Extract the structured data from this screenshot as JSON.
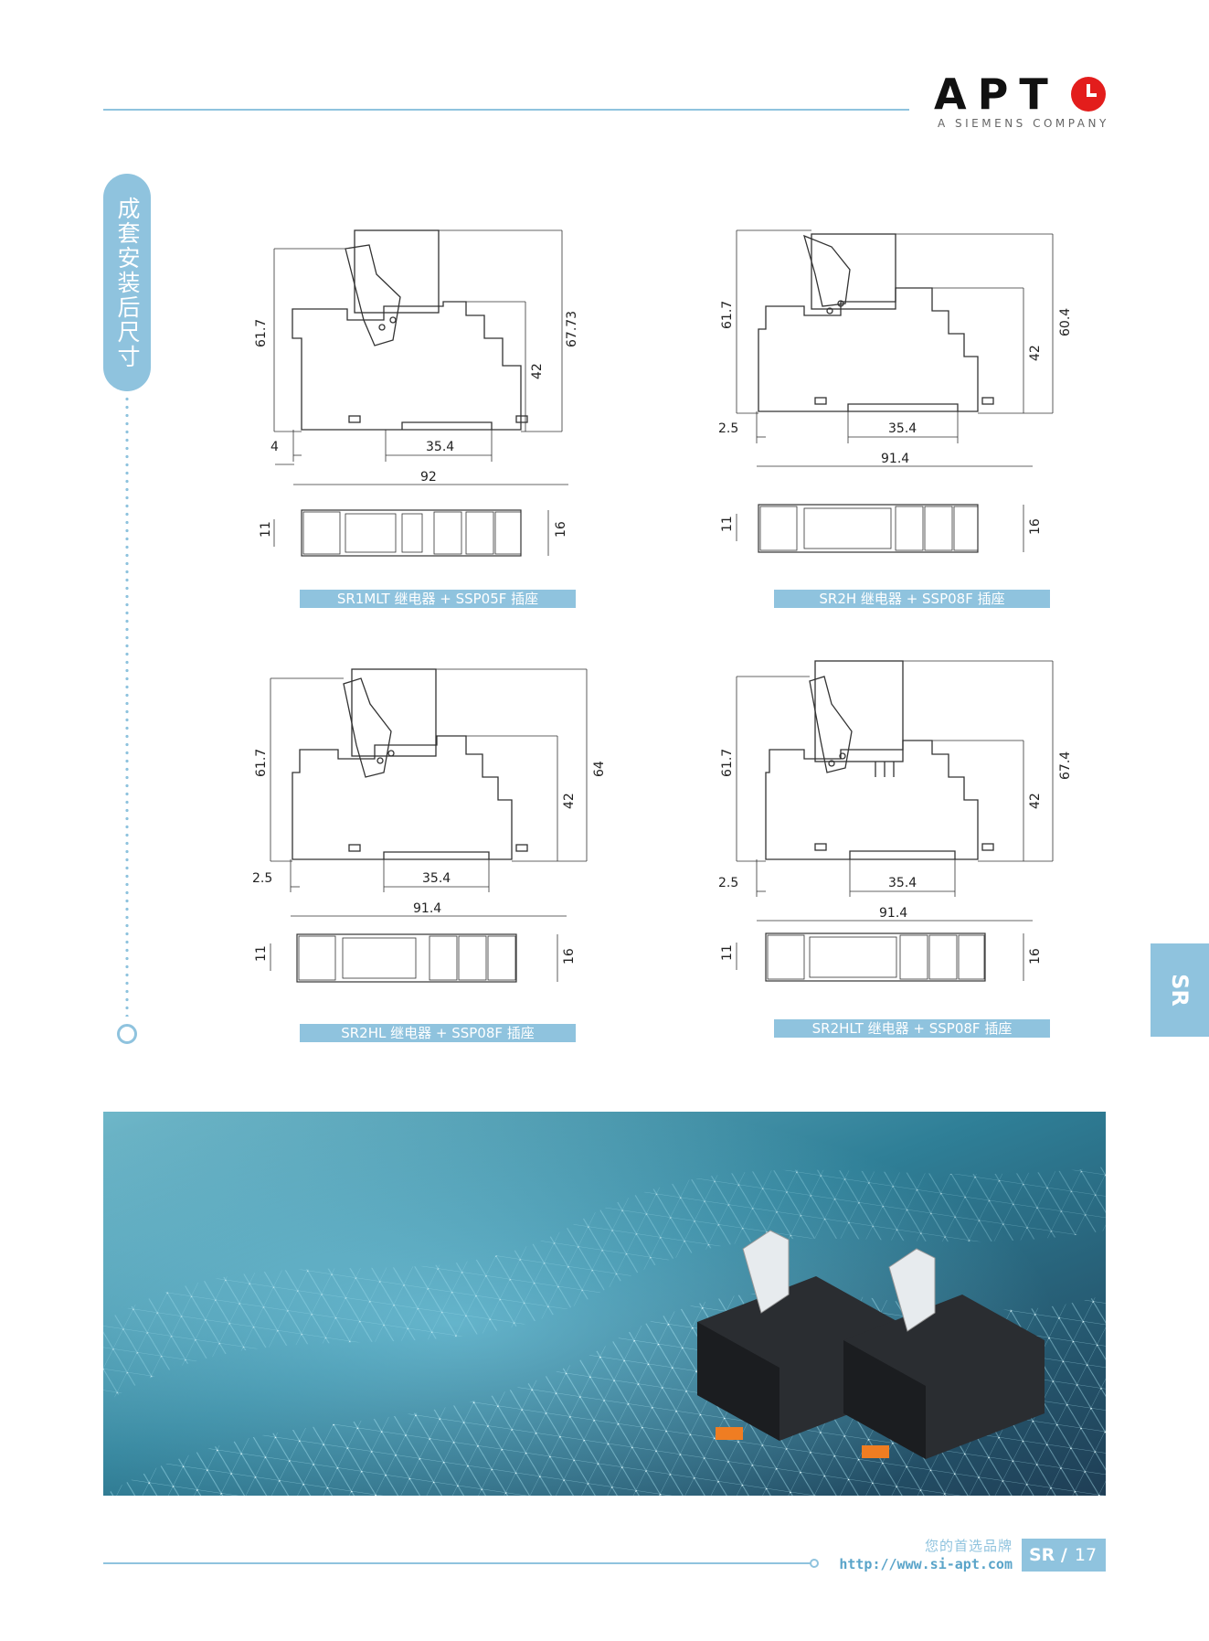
{
  "header": {
    "logo_text": "APT",
    "logo_subtitle": "A SIEMENS COMPANY"
  },
  "side_title": "成套安装后尺寸",
  "section_tab": "SR",
  "diagrams": [
    {
      "caption": "SR1MLT 继电器 + SSP05F 插座",
      "dims": {
        "total_height": "61.7",
        "top_height": "67.73",
        "base_height": "42",
        "rail": "35.4",
        "offset": "4",
        "length": "92",
        "side_w": "11",
        "side_h": "16"
      }
    },
    {
      "caption": "SR2H 继电器 + SSP08F 插座",
      "dims": {
        "total_height": "61.7",
        "top_height": "60.4",
        "base_height": "42",
        "rail": "35.4",
        "offset": "2.5",
        "length": "91.4",
        "side_w": "11",
        "side_h": "16"
      }
    },
    {
      "caption": "SR2HL 继电器 + SSP08F 插座",
      "dims": {
        "total_height": "61.7",
        "top_height": "64",
        "base_height": "42",
        "rail": "35.4",
        "offset": "2.5",
        "length": "91.4",
        "side_w": "11",
        "side_h": "16"
      }
    },
    {
      "caption": "SR2HLT 继电器 + SSP08F 插座",
      "dims": {
        "total_height": "61.7",
        "top_height": "67.4",
        "base_height": "42",
        "rail": "35.4",
        "offset": "2.5",
        "length": "91.4",
        "side_w": "11",
        "side_h": "16"
      }
    }
  ],
  "footer": {
    "slogan": "您的首选品牌",
    "url": "http://www.si-apt.com",
    "section": "SR /",
    "page_number": "17"
  }
}
